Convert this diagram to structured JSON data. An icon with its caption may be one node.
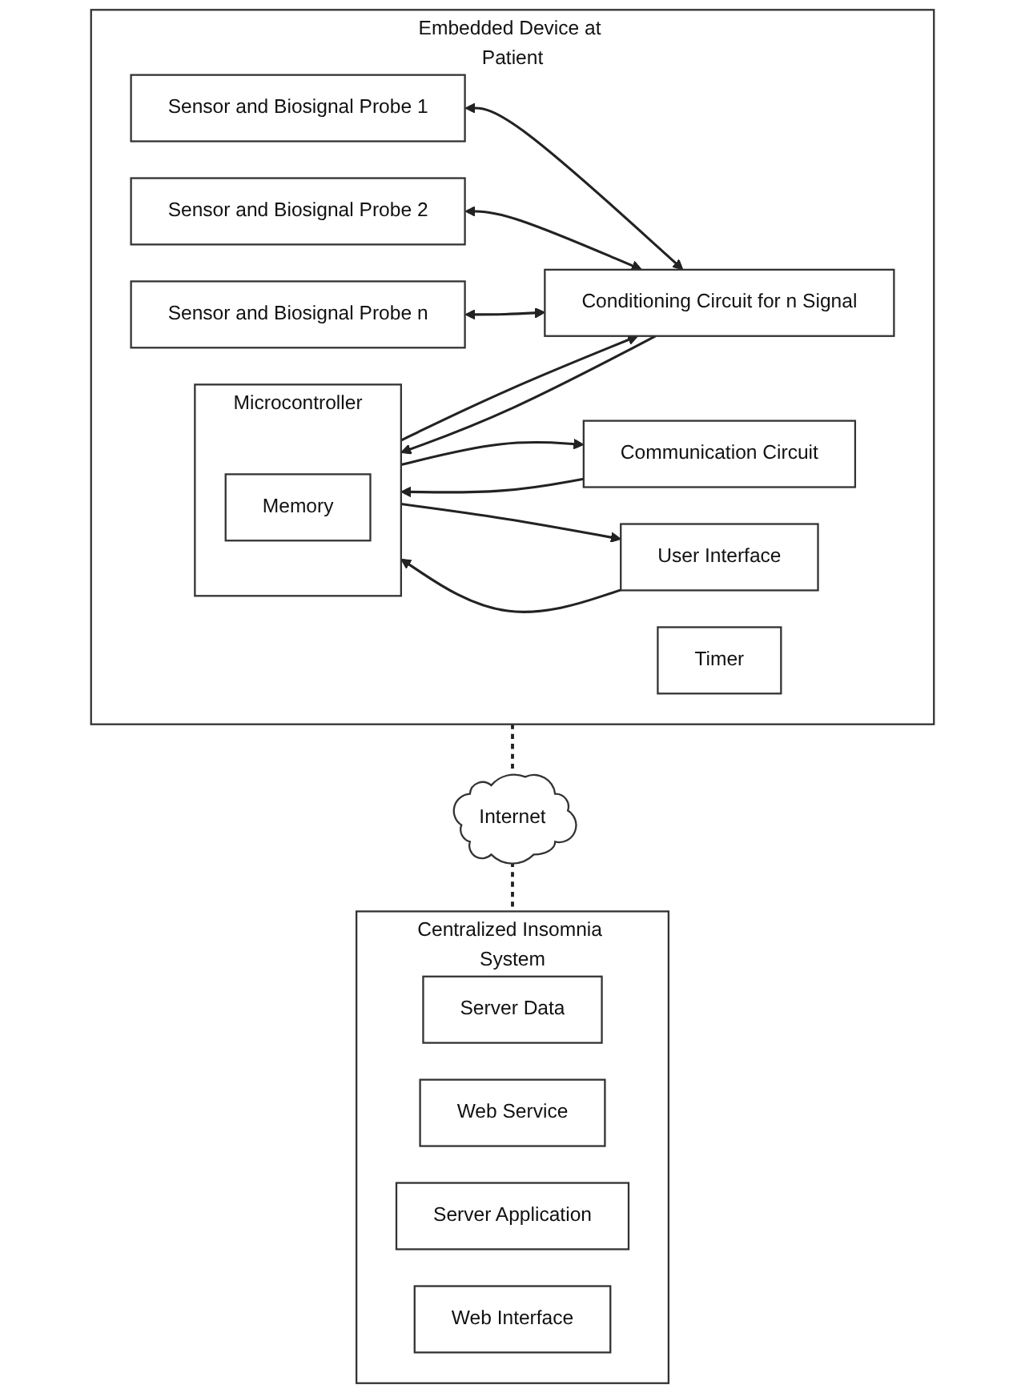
{
  "diagram": {
    "nodes": [
      {
        "text": [
          "Embedded Device at Patient"
        ]
      },
      {
        "text": [
          "Sensor and Biosignal Probe 1"
        ],
        "in": 0
      },
      {
        "text": [
          "Sensor and Biosignal Probe 2"
        ],
        "in": 0
      },
      {
        "text": [
          "Sensor and Biosignal Probe n"
        ],
        "in": 0
      },
      {
        "text": [
          "Timer"
        ],
        "in": 0
      },
      {
        "text": [
          "Conditioning Circuit for n Signal"
        ],
        "in": 0
      },
      {
        "text": [
          "Microcontroller"
        ],
        "in": 0
      },
      {
        "text": [
          "Memory"
        ],
        "in": 6
      },
      {
        "text": [
          "Communication Circuit"
        ],
        "in": 0
      },
      {
        "text": [
          "User Interface"
        ],
        "in": 0
      },
      {
        "text": [
          "Internet"
        ]
      },
      {
        "text": [
          "Centralized Insomnia System"
        ]
      },
      {
        "text": [
          "Server Data"
        ],
        "in": 11
      },
      {
        "text": [
          "Web Service"
        ],
        "in": 11
      },
      {
        "text": [
          "Server Application"
        ],
        "in": 11
      },
      {
        "text": [
          "Web Interface"
        ],
        "in": 11
      }
    ],
    "edges": [
      {
        "from": 1,
        "to": 5,
        "arrow": "both"
      },
      {
        "from": 2,
        "to": 5,
        "arrow": "both"
      },
      {
        "from": 3,
        "to": 5,
        "arrow": "both"
      },
      {
        "from": 5,
        "to": 6,
        "arrow": "to"
      },
      {
        "from": 6,
        "to": 5,
        "arrow": "to"
      },
      {
        "from": 6,
        "to": 8,
        "arrow": "to"
      },
      {
        "from": 8,
        "to": 6,
        "arrow": "to"
      },
      {
        "from": 9,
        "to": 6,
        "arrow": "to"
      },
      {
        "from": 6,
        "to": 9,
        "arrow": "to"
      },
      {
        "from": 0,
        "to": 10,
        "arrow": "none",
        "style": "dashed"
      },
      {
        "from": 10,
        "to": 11,
        "arrow": "none",
        "style": "dashed"
      }
    ]
  }
}
